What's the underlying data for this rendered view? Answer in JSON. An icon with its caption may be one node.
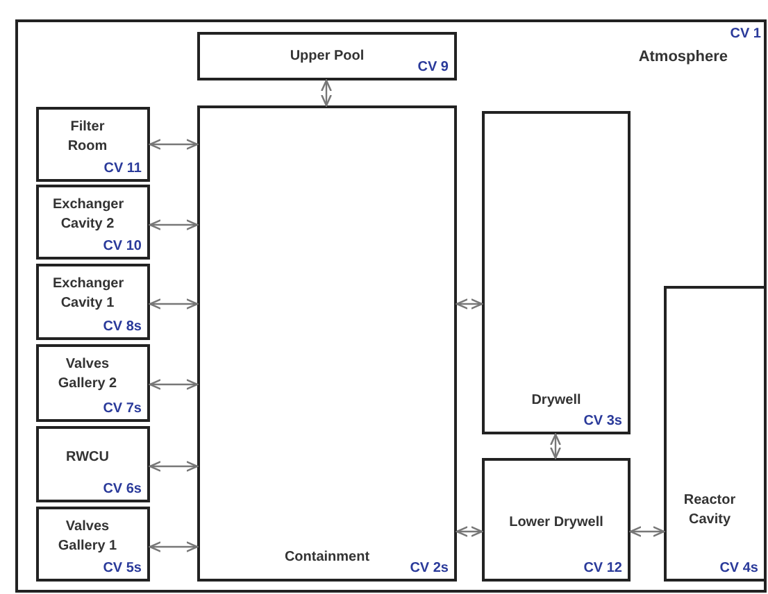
{
  "diagram": {
    "nodes": [
      {
        "text": [
          "Atmosphere",
          "CV 1"
        ]
      },
      {
        "text": [
          "Upper Pool",
          "CV 9"
        ],
        "in": 0
      },
      {
        "text": [
          "Filter Room",
          "CV 11"
        ],
        "in": 0
      },
      {
        "text": [
          "Containment",
          "CV 2s"
        ],
        "in": 0
      },
      {
        "text": [
          "Drywell",
          "CV 3s"
        ],
        "in": 0
      },
      {
        "text": [
          "Exchanger Cavity 2",
          "CV 10"
        ],
        "in": 0
      },
      {
        "text": [
          "Exchanger Cavity 1",
          "CV 8s"
        ],
        "in": 0
      },
      {
        "text": [
          "Valves Gallery 2",
          "CV 7s"
        ],
        "in": 0
      },
      {
        "text": [
          "RWCU",
          "CV 6s"
        ],
        "in": 0
      },
      {
        "text": [
          "Reactor Cavity",
          "CV 4s"
        ],
        "in": 0
      },
      {
        "text": [
          "Valves Gallery 1",
          "CV 5s"
        ],
        "in": 0
      },
      {
        "text": [
          "Lower Drywell",
          "CV 12"
        ],
        "in": 0
      }
    ],
    "edges": [
      {
        "from": 1,
        "to": 3,
        "arrow": "both"
      },
      {
        "from": 2,
        "to": 3,
        "arrow": "both"
      },
      {
        "from": 5,
        "to": 3,
        "arrow": "both"
      },
      {
        "from": 6,
        "to": 3,
        "arrow": "both"
      },
      {
        "from": 3,
        "to": 4,
        "arrow": "both"
      },
      {
        "from": 7,
        "to": 3,
        "arrow": "both"
      },
      {
        "from": 8,
        "to": 3,
        "arrow": "both"
      },
      {
        "from": 4,
        "to": 11,
        "arrow": "both"
      },
      {
        "from": 10,
        "to": 3,
        "arrow": "both"
      },
      {
        "from": 3,
        "to": 11,
        "arrow": "both"
      },
      {
        "from": 11,
        "to": 9,
        "arrow": "both"
      }
    ]
  }
}
